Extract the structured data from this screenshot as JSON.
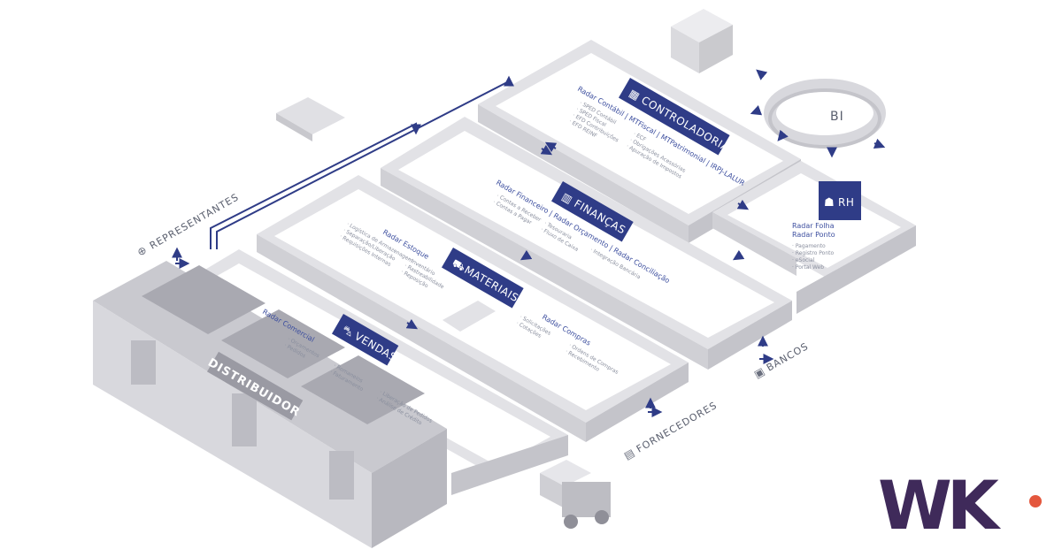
{
  "brand": {
    "logo_text": "WK",
    "dot_color": "#e4573d",
    "logo_color": "#3f2a5a"
  },
  "colors": {
    "accent": "#2f3c87",
    "wall_top": "#f0f0f2",
    "wall_side": "#d4d4d8",
    "floor": "#ffffff"
  },
  "building": {
    "label": "DISTRIBUIDOR"
  },
  "external": {
    "representantes": "REPRESENTANTES",
    "fornecedores": "FORNECEDORES",
    "bancos": "BANCOS",
    "bi": "BI"
  },
  "departments": [
    {
      "badge": "VENDAS",
      "icon": "cart-icon",
      "radar": "Radar Comercial",
      "items": [
        "· Orçamentos",
        "· Pedidos",
        "· Romaneios",
        "· Faturamento",
        "· Liberação de Pedidos",
        "· Análise de Crédito"
      ]
    },
    {
      "badge": "MATERIAIS",
      "icon": "forklift-icon",
      "radar_left": "Radar Estoque",
      "items_left": [
        "· Logística de Armazenagem",
        "· Separação/Liberação",
        "· Requisições Internas",
        "· Inventário",
        "· Rastreabilidade",
        "· Reposição"
      ],
      "radar_right": "Radar Compras",
      "items_right": [
        "· Solicitações",
        "· Cotações",
        "· Ordens de Compras",
        "· Recebimento"
      ]
    },
    {
      "badge": "FINANÇAS",
      "icon": "chart-icon",
      "radar": "Radar Financeiro | Radar Orçamento | Radar Conciliação",
      "items": [
        "· Contas a Receber",
        "· Contas a Pagar",
        "· Tesouraria",
        "· Fluxo de Caixa",
        "· Integração Bancária"
      ]
    },
    {
      "badge": "CONTROLADORIA",
      "icon": "calculator-icon",
      "radar": "Radar Contábil | MTFiscal | MTPatrimonial | IRPJ-LALUR",
      "items": [
        "· SPED Contábil",
        "· SPED Fiscal",
        "· EFD Contribuições",
        "· EFD REINF",
        "· ECF",
        "· Obrigações Acessórias",
        "· Apuração de Impostos"
      ]
    },
    {
      "badge": "RH",
      "icon": "people-icon",
      "radar": "Radar Folha",
      "radar2": "Radar Ponto",
      "items": [
        "· Pagamento",
        "· Registro Ponto",
        "· eSocial",
        "· Portal Web"
      ]
    }
  ]
}
